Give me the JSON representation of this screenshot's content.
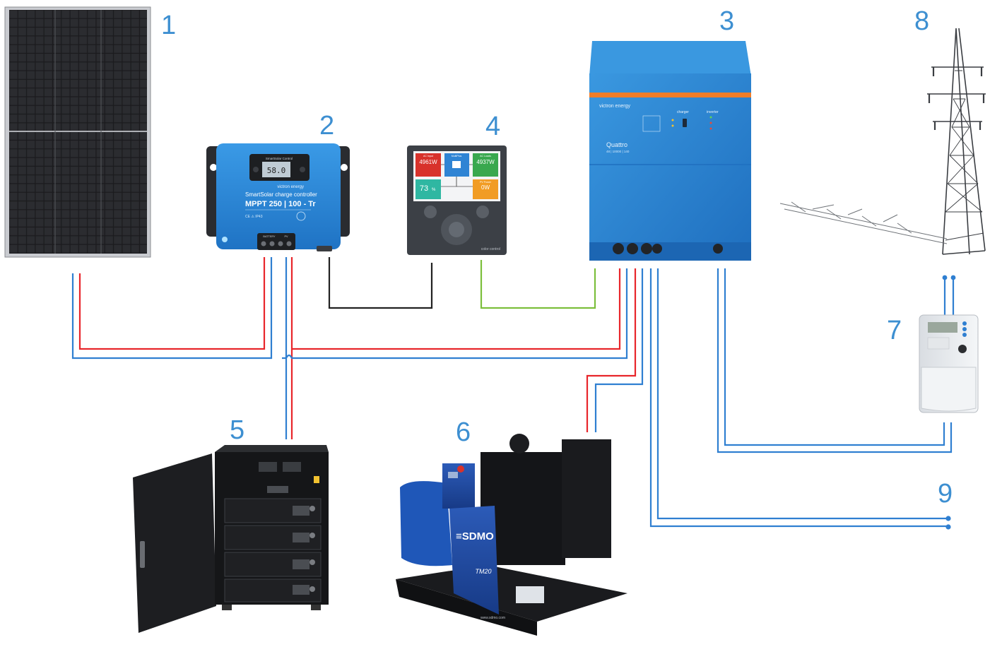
{
  "labels": {
    "n1": "1",
    "n2": "2",
    "n3": "3",
    "n4": "4",
    "n5": "5",
    "n6": "6",
    "n7": "7",
    "n8": "8",
    "n9": "9"
  },
  "mppt": {
    "brand": "victron energy",
    "subtitle": "SmartSolar charge controller",
    "model": "MPPT 250 | 100 - Tr",
    "display_header": "SmartSolar Control",
    "port_battery": "BATTERY",
    "port_pv": "PV"
  },
  "color_control": {
    "brand_text": "color control",
    "ac_input_title": "AC Input",
    "ac_input_value": "4961W",
    "inverter_title": "MultiPlus",
    "ac_loads_title": "AC Loads",
    "ac_loads_value": "4937W",
    "battery_value": "73",
    "battery_unit": "%",
    "pv_title": "PV Power",
    "pv_value": "0W"
  },
  "inverter": {
    "brand": "victron energy",
    "model": "Quattro",
    "model_sub": "48 | 10000 | 140",
    "panel_charger": "charger",
    "panel_inverter": "inverter"
  },
  "generator": {
    "brand": "SDMO",
    "model": "TM20",
    "url": "www.sdmo.com"
  },
  "colors": {
    "label_blue": "#3d8fd1",
    "wire_red": "#e8262b",
    "wire_blue": "#2f7fd1",
    "wire_green": "#7cbf3c",
    "wire_black": "#222222",
    "victron_blue": "#2a86d6"
  }
}
